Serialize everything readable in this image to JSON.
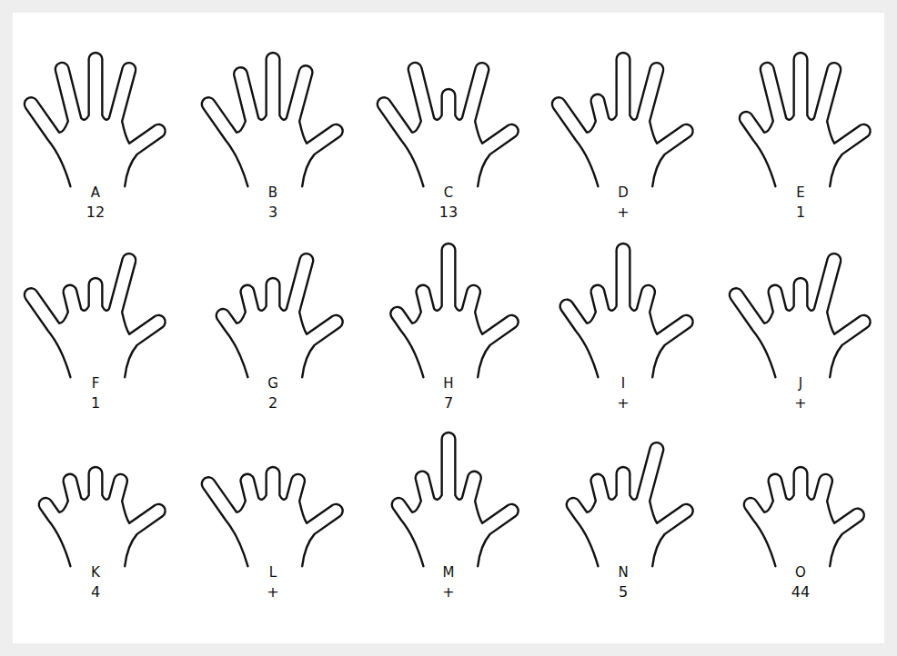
{
  "diagram": {
    "labels": [
      "A",
      "12",
      "B",
      "3",
      "C",
      "13",
      "D",
      "+",
      "E",
      "1",
      "F",
      "1",
      "G",
      "2",
      "H",
      "7",
      "I",
      "+",
      "J",
      "+",
      "K",
      "4",
      "L",
      "+",
      "M",
      "+",
      "N",
      "5",
      "O",
      "44"
    ]
  }
}
